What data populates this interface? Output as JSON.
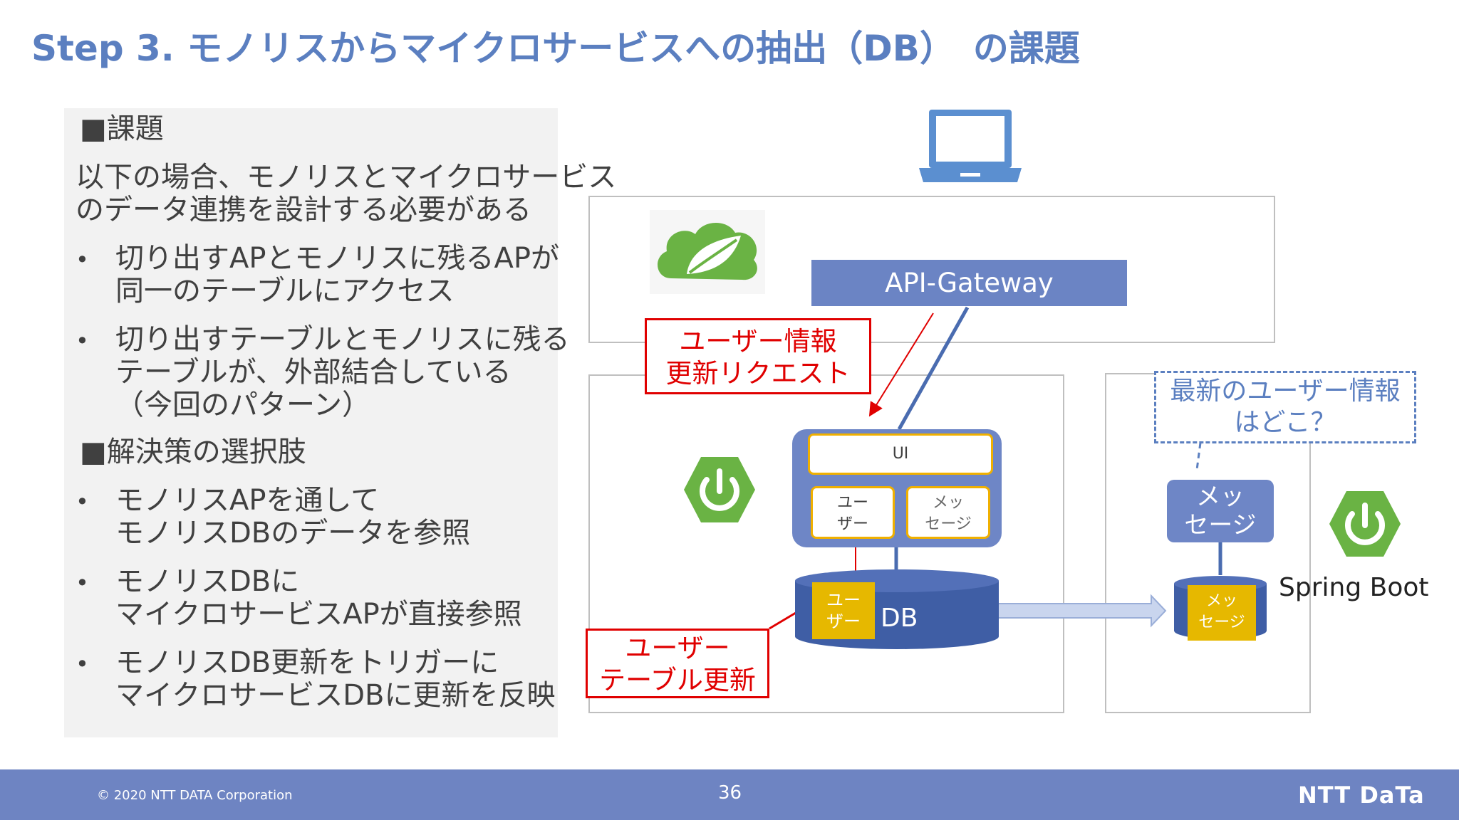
{
  "title": "Step 3. モノリスからマイクロサービスへの抽出（DB）　の課題",
  "left_panel": {
    "section1": "■課題",
    "intro_line1": "以下の場合、モノリスとマイクロサービス",
    "intro_line2": "のデータ連携を設計する必要がある",
    "issues": [
      {
        "line1": "切り出すAPとモノリスに残るAPが",
        "line2": "同一のテーブルにアクセス",
        "line3": ""
      },
      {
        "line1": "切り出すテーブルとモノリスに残る",
        "line2": "テーブルが、外部結合している",
        "line3": "（今回のパターン）"
      }
    ],
    "section2": "■解決策の選択肢",
    "options": [
      {
        "line1": "モノリスAPを通して",
        "line2": "モノリスDBのデータを参照"
      },
      {
        "line1": "モノリスDBに",
        "line2": "マイクロサービスAPが直接参照"
      },
      {
        "line1": "モノリスDB更新をトリガーに",
        "line2": "マイクロサービスDBに更新を反映"
      }
    ]
  },
  "diagram": {
    "laptop_icon": "laptop-icon",
    "spring_cloud_icon": "spring-cloud-leaf-icon",
    "power_icon": "spring-boot-power-icon",
    "gateway_label": "API-Gateway",
    "request_label_line1": "ユーザー情報",
    "request_label_line2": "更新リクエスト",
    "ui_label": "UI",
    "user_module_line1": "ユー",
    "user_module_line2": "ザー",
    "message_module_line1": "メッ",
    "message_module_line2": "セージ",
    "db_label": "DB",
    "db_user_table_line1": "ユー",
    "db_user_table_line2": "ザー",
    "table_update_line1": "ユーザー",
    "table_update_line2": "テーブル更新",
    "question_line1": "最新のユーザー情報",
    "question_line2": "はどこ？",
    "msg_service_line1": "メッ",
    "msg_service_line2": "セージ",
    "msg_db_line1": "メッ",
    "msg_db_line2": "セージ",
    "spring_boot_label": "Spring Boot",
    "colors": {
      "accent": "#5b7fc0",
      "alert": "#e00000",
      "table": "#e6b800",
      "spring_green": "#6ab344"
    }
  },
  "footer": {
    "copyright": "© 2020 NTT DATA Corporation",
    "page": "36",
    "brand": "NTT DaTa"
  }
}
